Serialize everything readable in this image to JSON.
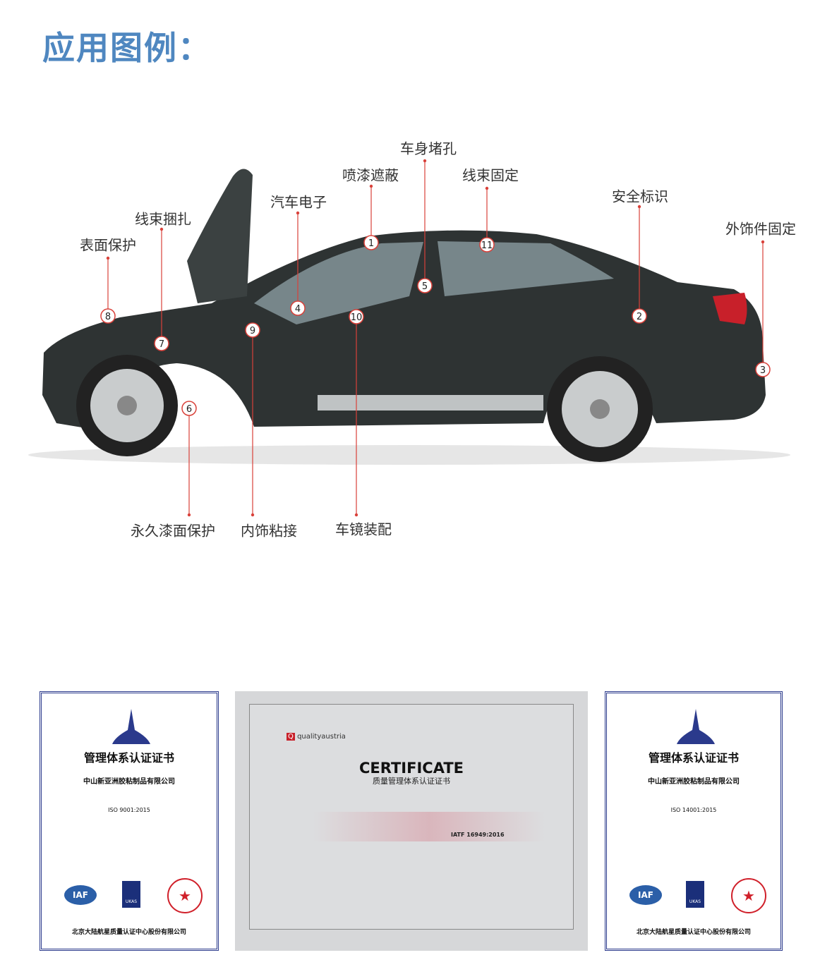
{
  "title": "应用图例：",
  "accent_color": "#4f87c0",
  "marker_color": "#d9413a",
  "callouts": [
    {
      "num": "1",
      "label": "喷漆遮蔽"
    },
    {
      "num": "2",
      "label": "安全标识"
    },
    {
      "num": "3",
      "label": "外饰件固定"
    },
    {
      "num": "4",
      "label": "汽车电子"
    },
    {
      "num": "5",
      "label": "车身堵孔"
    },
    {
      "num": "6",
      "label": "永久漆面保护"
    },
    {
      "num": "7",
      "label": "线束捆扎"
    },
    {
      "num": "8",
      "label": "表面保护"
    },
    {
      "num": "9",
      "label": "内饰粘接"
    },
    {
      "num": "10",
      "label": "车镜装配"
    },
    {
      "num": "11",
      "label": "线束固定"
    }
  ],
  "certificates": [
    {
      "title": "管理体系认证证书",
      "company": "中山新亚洲胶粘制品有限公司",
      "standard": "ISO 9001:2015",
      "issuer": "北京大陆航星质量认证中心股份有限公司",
      "logos": [
        "IAF",
        "UKAS"
      ]
    },
    {
      "title": "CERTIFICATE",
      "subtitle": "质量管理体系认证证书",
      "brand": "qualityaustria",
      "standard": "IATF 16949:2016"
    },
    {
      "title": "管理体系认证证书",
      "company": "中山新亚洲胶粘制品有限公司",
      "standard": "ISO 14001:2015",
      "issuer": "北京大陆航星质量认证中心股份有限公司",
      "logos": [
        "IAF",
        "UKAS"
      ]
    }
  ]
}
